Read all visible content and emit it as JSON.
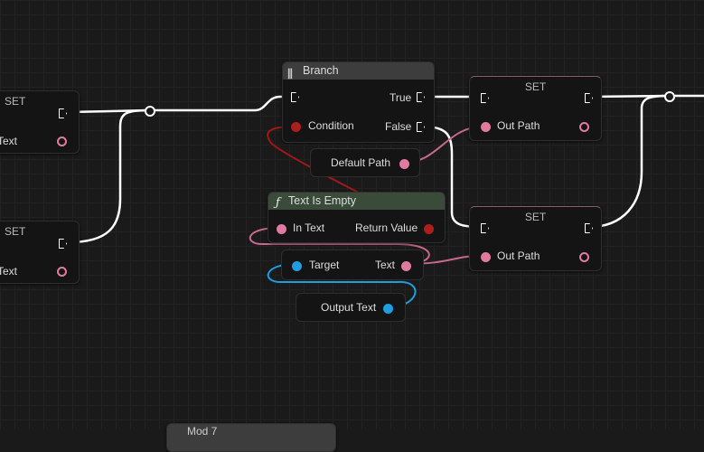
{
  "nodes": {
    "set_left_top": {
      "title": "SET",
      "pin_label": "Text"
    },
    "set_left_bottom": {
      "title": "SET",
      "pin_label": "Text"
    },
    "branch": {
      "title": "Branch",
      "true_label": "True",
      "condition_label": "Condition",
      "false_label": "False"
    },
    "set_true": {
      "title": "SET",
      "pin_label": "Out Path"
    },
    "set_false": {
      "title": "SET",
      "pin_label": "Out Path"
    },
    "default_path": {
      "label": "Default Path"
    },
    "text_is_empty": {
      "title": "Text Is Empty",
      "in_label": "In Text",
      "return_label": "Return Value"
    },
    "get_text": {
      "target_label": "Target",
      "text_label": "Text"
    },
    "output_text": {
      "label": "Output Text"
    },
    "partial_bottom": {
      "title": "Mod 7"
    }
  },
  "colors": {
    "exec": "#ffffff",
    "text_pin": "#e07aa0",
    "bool_pin": "#b01d1d",
    "object_pin": "#1e9ee0",
    "background": "#1a1a1a"
  },
  "icons": {
    "branch": "branch-icon",
    "function": "function-icon"
  }
}
